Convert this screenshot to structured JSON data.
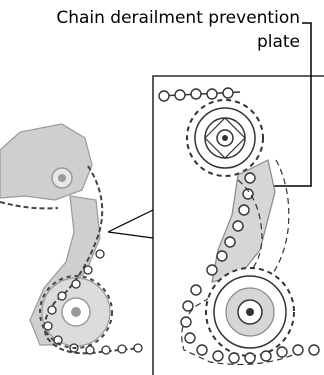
{
  "callout": {
    "line1": "Chain derailment prevention",
    "line2": "plate"
  },
  "colors": {
    "ink": "#000000",
    "part_fill": "#cfcfcf",
    "part_stroke": "#9a9a9a",
    "chain_stroke": "#555555"
  },
  "icons": [
    "derailleur-overview",
    "pulley-detail",
    "chain-guard-plate"
  ]
}
